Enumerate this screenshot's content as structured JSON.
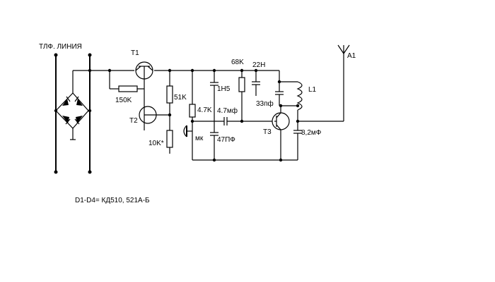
{
  "labels": {
    "line": "ТЛФ. ЛИНИЯ",
    "t1": "T1",
    "t2": "T2",
    "t3": "T3",
    "a1": "A1",
    "l1": "L1",
    "r_150k": "150K",
    "r_51k": "51K",
    "r_10k": "10K*",
    "r_4k7": "4.7K",
    "r_68k": "68K",
    "c_1h5": "1H5",
    "c_22h": "22H",
    "c_4_7mf": "4.7мф",
    "c_47pf": "47ПФ",
    "c_33pf": "33пф",
    "c_8_2mf": "8,2мФ",
    "mic": "мк",
    "diodes_note": "D1-D4= КД510, 521А-Б"
  }
}
